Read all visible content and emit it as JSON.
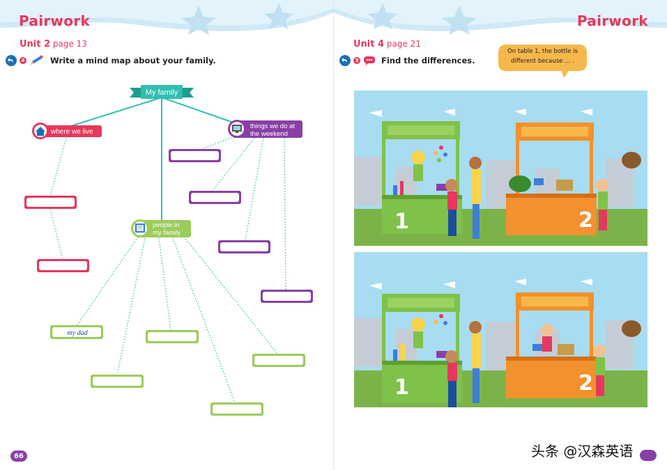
{
  "left_page": {
    "title": "Pairwork",
    "unit_label": "Unit 2",
    "unit_page": "page 13",
    "activity_number": "4",
    "instruction": "Write a mind map about your family.",
    "page_number": "66",
    "mind_map": {
      "center": "My family",
      "branch_where": "where we live",
      "branch_things_1": "things we do at",
      "branch_things_2": "the weekend",
      "branch_people_1": "people in",
      "branch_people_2": "my family",
      "example_entry": "my dad"
    }
  },
  "right_page": {
    "title": "Pairwork",
    "unit_label": "Unit 4",
    "unit_page": "page 21",
    "activity_number": "3",
    "instruction": "Find the differences.",
    "bubble_line1": "On table 1, the bottle is",
    "bubble_line2": "different because … .",
    "table_label_1": "1",
    "table_label_2": "2"
  },
  "watermark": "头条 @汉森英语",
  "colors": {
    "title_pink": "#e6385c",
    "teal": "#2fbfb0",
    "pink_box": "#e6385c",
    "purple_box": "#8a3fa6",
    "green_box": "#9ccc5a",
    "bubble": "#f7b84b",
    "sky": "#a8dcf0"
  }
}
